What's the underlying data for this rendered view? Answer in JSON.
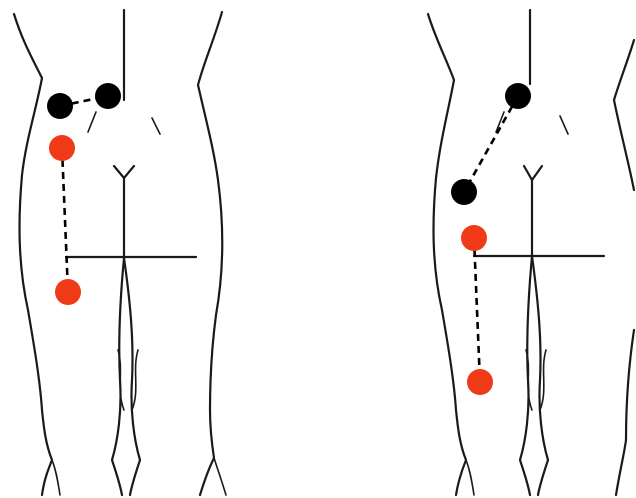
{
  "figure": {
    "panels": [
      {
        "id": "left",
        "markers": [
          {
            "role": "black-marker-lateral",
            "color": "black"
          },
          {
            "role": "black-marker-medial",
            "color": "black"
          },
          {
            "role": "red-marker-upper",
            "color": "red"
          },
          {
            "role": "red-marker-lower",
            "color": "red"
          }
        ]
      },
      {
        "id": "right",
        "markers": [
          {
            "role": "black-marker-upper",
            "color": "black"
          },
          {
            "role": "black-marker-lower",
            "color": "black"
          },
          {
            "role": "red-marker-upper",
            "color": "red"
          },
          {
            "role": "red-marker-lower",
            "color": "red"
          }
        ]
      }
    ]
  },
  "colors": {
    "black_marker": "#000000",
    "red_marker": "#f03a17",
    "outline": "#1a1a1a",
    "background": "#ffffff"
  }
}
